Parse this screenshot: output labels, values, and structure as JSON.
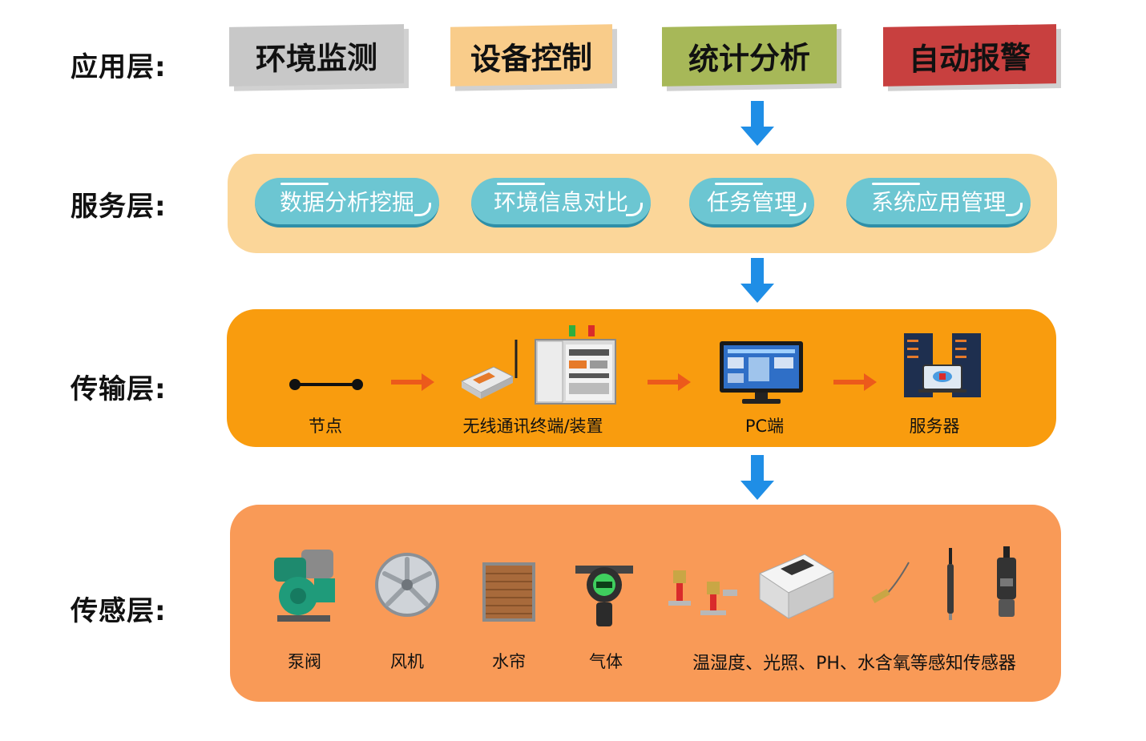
{
  "layers": {
    "application": {
      "label": "应用层:",
      "items": [
        {
          "label": "环境监测",
          "color": "#c8c8c8"
        },
        {
          "label": "设备控制",
          "color": "#f9cc8a"
        },
        {
          "label": "统计分析",
          "color": "#a7b858"
        },
        {
          "label": "自动报警",
          "color": "#c8403f"
        }
      ]
    },
    "service": {
      "label": "服务层:",
      "items": [
        "数据分析挖掘",
        "环境信息对比",
        "任务管理",
        "系统应用管理"
      ],
      "panel_color": "#fbd699",
      "pill_color": "#6cc6d2"
    },
    "transport": {
      "label": "传输层:",
      "items": [
        "节点",
        "无线通讯终端/装置",
        "PC端",
        "服务器"
      ],
      "panel_color": "#f99c0e"
    },
    "sensing": {
      "label": "传感层:",
      "items": [
        "泵阀",
        "风机",
        "水帘",
        "气体",
        "温湿度、光照、PH、水含氧等感知传感器"
      ],
      "panel_color": "#f99a57"
    }
  },
  "icons": [
    "node-icon",
    "wireless-terminal-icon",
    "control-cabinet-icon",
    "pc-monitor-icon",
    "server-icon",
    "pump-valve-icon",
    "fan-icon",
    "water-curtain-icon",
    "gas-detector-icon",
    "sprinkler-icon",
    "sensor-box-icon",
    "probe-icon",
    "ph-probe-icon",
    "oxygen-probe-icon"
  ],
  "colors": {
    "arrow_blue": "#1f8ee6",
    "arrow_orange": "#ec5a1b"
  }
}
